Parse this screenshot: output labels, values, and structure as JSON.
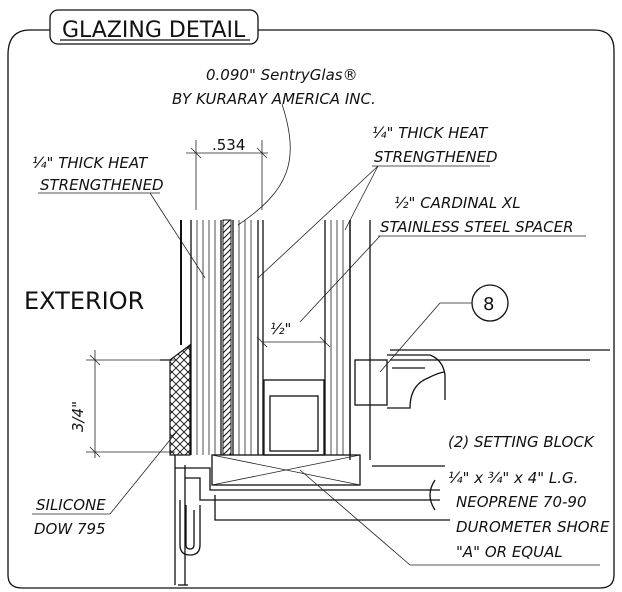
{
  "title": "GLAZING DETAIL",
  "labels": {
    "interlayer_line1": "0.090\" SentryGlas®",
    "interlayer_line2": "BY KURARAY AMERICA INC.",
    "dim_534": ".534",
    "left_glass_line1": "¼\" THICK HEAT",
    "left_glass_line2": "STRENGTHENED",
    "right_glass_line1": "¼\" THICK HEAT",
    "right_glass_line2": "STRENGTHENED",
    "spacer_line1": "½\" CARDINAL XL",
    "spacer_line2": "STAINLESS STEEL SPACER",
    "exterior": "EXTERIOR",
    "dim_half": "½\"",
    "callout_number": "8",
    "dim_three_quarter": "3/4\"",
    "setting_block_line1": "(2) SETTING BLOCK",
    "setting_block_line2": "¼\" x ¾\" x 4\" L.G.",
    "setting_block_line3": "NEOPRENE 70-90",
    "setting_block_line4": "DUROMETER SHORE",
    "setting_block_line5": "\"A\" OR EQUAL",
    "silicone_line1": "SILICONE",
    "silicone_line2": "DOW 795"
  }
}
